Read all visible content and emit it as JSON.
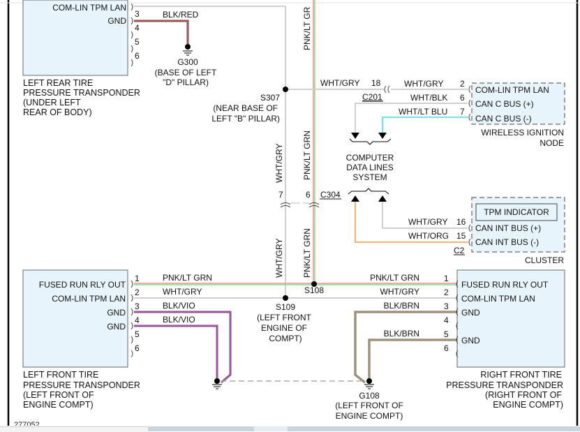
{
  "figure_id": "277052",
  "components": {
    "left_rear": {
      "pins": [
        {
          "label": "COM-LIN TPM LAN",
          "num": ""
        },
        {
          "label": "GND",
          "num": "3"
        },
        {
          "label": "",
          "num": "4"
        },
        {
          "label": "",
          "num": "5"
        },
        {
          "label": "",
          "num": "6"
        }
      ],
      "caption": [
        "LEFT REAR TIRE",
        "PRESSURE TRANSPONDER",
        "(UNDER LEFT",
        "REAR OF BODY)"
      ]
    },
    "wireless_ignition_node": {
      "pins": [
        {
          "label": "COM-LIN TPM LAN",
          "num": "2",
          "wire": "WHT/GRY"
        },
        {
          "label": "CAN C BUS (+)",
          "num": "6",
          "wire": "WHT/BLK"
        },
        {
          "label": "CAN C BUS (-)",
          "num": "7",
          "wire": "WHT/LT BLU"
        }
      ],
      "caption": [
        "WIRELESS IGNITION",
        "NODE"
      ]
    },
    "cluster": {
      "indicator": "TPM INDICATOR",
      "pins": [
        {
          "label": "CAN INT BUS (+)",
          "num": "16",
          "wire": "WHT/GRY"
        },
        {
          "label": "CAN INT BUS (-)",
          "num": "15",
          "wire": "WHT/ORG"
        }
      ],
      "connector": "C2",
      "caption": "CLUSTER"
    },
    "left_front": {
      "pins": [
        {
          "label": "FUSED RUN RLY OUT",
          "num": "1",
          "wire": "PNK/LT GRN"
        },
        {
          "label": "COM-LIN TPM LAN",
          "num": "2",
          "wire": "WHT/GRY"
        },
        {
          "label": "GND",
          "num": "3",
          "wire": "BLK/VIO"
        },
        {
          "label": "GND",
          "num": "4",
          "wire": "BLK/VIO"
        },
        {
          "label": "",
          "num": "5",
          "wire": ""
        },
        {
          "label": "",
          "num": "6",
          "wire": ""
        }
      ],
      "caption": [
        "LEFT FRONT TIRE",
        "PRESSURE TRANSPONDER",
        "(LEFT FRONT OF",
        "ENGINE COMPT)"
      ]
    },
    "right_front": {
      "pins": [
        {
          "label": "FUSED RUN RLY OUT",
          "num": "1",
          "wire": "PNK/LT GRN"
        },
        {
          "label": "COM-LIN TPM LAN",
          "num": "2",
          "wire": "WHT/GRY"
        },
        {
          "label": "GND",
          "num": "3",
          "wire": "BLK/BRN"
        },
        {
          "label": "",
          "num": "4",
          "wire": ""
        },
        {
          "label": "GND",
          "num": "5",
          "wire": "BLK/BRN"
        },
        {
          "label": "",
          "num": "6",
          "wire": ""
        }
      ],
      "caption": [
        "RIGHT FRONT TIRE",
        "PRESSURE TRANSPONDER",
        "(RIGHT FRONT OF",
        "ENGINE COMPT)"
      ]
    },
    "computer_data_lines": [
      "COMPUTER",
      "DATA LINES",
      "SYSTEM"
    ]
  },
  "wires": {
    "left_rear_gnd": "BLK/RED",
    "s307_to_c201": "WHT/GRY",
    "c201_pin": "18",
    "c201": "C201",
    "vertical_wht_gry": "WHT/GRY",
    "vertical_pnk_lt_grn": "PNK/LT GRN",
    "vertical_pnk_lt_grn_top": "PNK/LT GR",
    "c304": "C304",
    "c304_pin_wht": "7",
    "c304_pin_pnk": "6"
  },
  "splices": {
    "s307": {
      "id": "S307",
      "desc": [
        "(NEAR BASE OF",
        "LEFT \"B\" PILLAR)"
      ]
    },
    "s109": {
      "id": "S109",
      "desc": [
        "(LEFT FRONT",
        "ENGINE OF",
        "COMPT)"
      ]
    },
    "s108": {
      "id": "S108"
    }
  },
  "grounds": {
    "g300": {
      "id": "G300",
      "desc": [
        "(BASE OF LEFT",
        "\"D\" PILLAR)"
      ]
    },
    "g108": {
      "id": "G108",
      "desc": [
        "(LEFT FRONT OF",
        "ENGINE COMPT)"
      ]
    }
  },
  "colors": {
    "module_fill": "#e8f4fb",
    "wire_wht_gry": "#d0d0d0",
    "wire_pnk": "#f08a9a",
    "wire_lt_grn": "#7ee07e",
    "wire_blk": "#555555",
    "wire_red": "#e25050",
    "wire_vio": "#d040d0",
    "wire_brn": "#c8aa70",
    "wire_lt_blu": "#6fe3f0",
    "wire_org": "#f5b070"
  }
}
